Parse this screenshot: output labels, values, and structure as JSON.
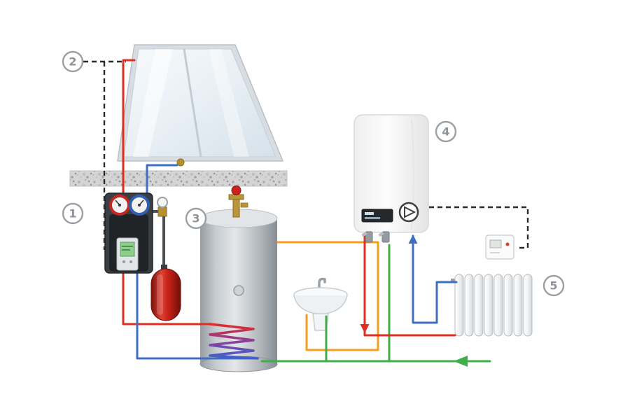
{
  "callouts": [
    {
      "number": "1"
    },
    {
      "number": "2"
    },
    {
      "number": "3"
    },
    {
      "number": "4"
    },
    {
      "number": "5"
    }
  ],
  "colors": {
    "pipe-red": "#e02d22",
    "pipe-blue": "#3f6fc0",
    "pipe-orange": "#f59e1f",
    "pipe-green": "#3fae49",
    "dashed-line": "#2a2a2a",
    "badge": "#9aa0a5"
  }
}
